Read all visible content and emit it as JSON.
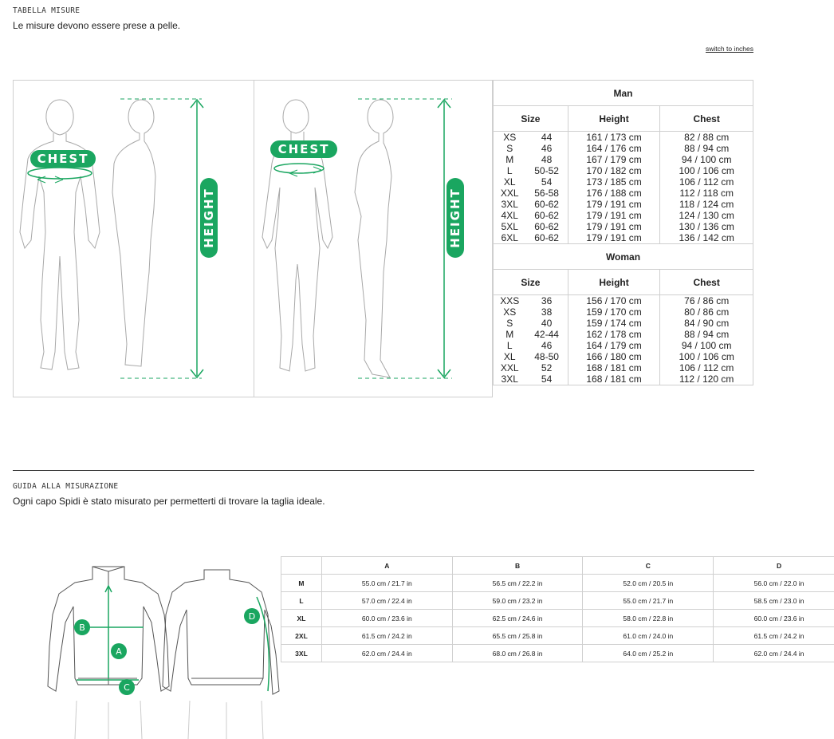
{
  "size_section": {
    "title": "TABELLA MISURE",
    "subtitle": "Le misure devono essere prese a pelle.",
    "switch_label": "switch to inches",
    "labels": {
      "chest": "CHEST",
      "height": "HEIGHT"
    }
  },
  "man": {
    "title": "Man",
    "headers": [
      "Size",
      "Height",
      "Chest"
    ],
    "rows": [
      [
        "XS",
        "44",
        "161 / 173 cm",
        "82 / 88 cm"
      ],
      [
        "S",
        "46",
        "164 / 176 cm",
        "88 / 94 cm"
      ],
      [
        "M",
        "48",
        "167 / 179 cm",
        "94 / 100 cm"
      ],
      [
        "L",
        "50-52",
        "170 / 182 cm",
        "100 / 106 cm"
      ],
      [
        "XL",
        "54",
        "173 / 185 cm",
        "106 / 112 cm"
      ],
      [
        "XXL",
        "56-58",
        "176 / 188 cm",
        "112 / 118 cm"
      ],
      [
        "3XL",
        "60-62",
        "179 / 191 cm",
        "118 / 124 cm"
      ],
      [
        "4XL",
        "60-62",
        "179 / 191 cm",
        "124 / 130 cm"
      ],
      [
        "5XL",
        "60-62",
        "179 / 191 cm",
        "130 / 136 cm"
      ],
      [
        "6XL",
        "60-62",
        "179 / 191 cm",
        "136 / 142 cm"
      ]
    ]
  },
  "woman": {
    "title": "Woman",
    "headers": [
      "Size",
      "Height",
      "Chest"
    ],
    "rows": [
      [
        "XXS",
        "36",
        "156 / 170 cm",
        "76 / 86 cm"
      ],
      [
        "XS",
        "38",
        "159 / 170 cm",
        "80 / 86 cm"
      ],
      [
        "S",
        "40",
        "159 / 174 cm",
        "84 / 90 cm"
      ],
      [
        "M",
        "42-44",
        "162 / 178 cm",
        "88 / 94 cm"
      ],
      [
        "L",
        "46",
        "164 / 179 cm",
        "94 / 100 cm"
      ],
      [
        "XL",
        "48-50",
        "166 / 180 cm",
        "100 / 106 cm"
      ],
      [
        "XXL",
        "52",
        "168 / 181 cm",
        "106 / 112 cm"
      ],
      [
        "3XL",
        "54",
        "168 / 181 cm",
        "112 / 120 cm"
      ]
    ]
  },
  "guide_section": {
    "title": "GUIDA ALLA MISURAZIONE",
    "subtitle": "Ogni capo Spidi è stato misurato per permetterti di trovare la taglia ideale.",
    "markers": [
      "A",
      "B",
      "C",
      "D"
    ],
    "headers": [
      "",
      "A",
      "B",
      "C",
      "D"
    ],
    "rows": [
      [
        "M",
        "55.0 cm / 21.7 in",
        "56.5 cm / 22.2 in",
        "52.0 cm / 20.5 in",
        "56.0 cm / 22.0 in"
      ],
      [
        "L",
        "57.0 cm / 22.4 in",
        "59.0 cm / 23.2 in",
        "55.0 cm / 21.7 in",
        "58.5 cm / 23.0 in"
      ],
      [
        "XL",
        "60.0 cm / 23.6 in",
        "62.5 cm / 24.6 in",
        "58.0 cm / 22.8 in",
        "60.0 cm / 23.6 in"
      ],
      [
        "2XL",
        "61.5 cm / 24.2 in",
        "65.5 cm / 25.8 in",
        "61.0 cm / 24.0 in",
        "61.5 cm / 24.2 in"
      ],
      [
        "3XL",
        "62.0 cm / 24.4 in",
        "68.0 cm / 26.8 in",
        "64.0 cm / 25.2 in",
        "62.0 cm / 24.4 in"
      ]
    ]
  },
  "colors": {
    "accent": "#1aa660",
    "line": "#9a9a9a",
    "border": "#cfcfcf"
  }
}
